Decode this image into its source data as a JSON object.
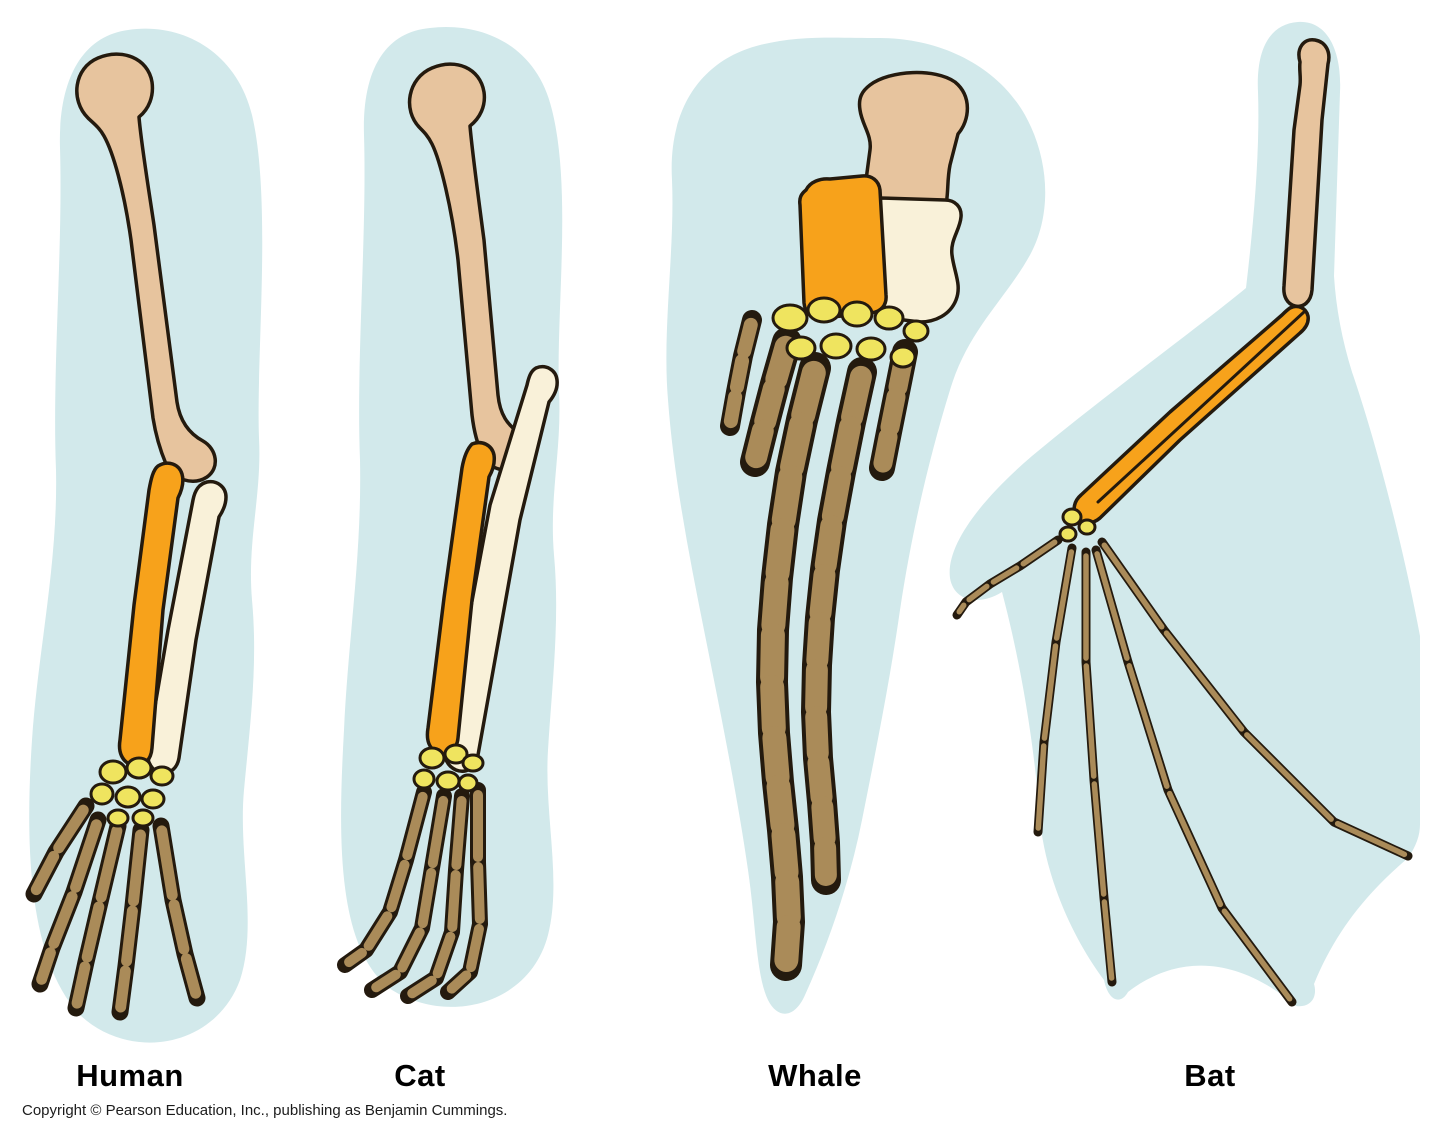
{
  "figure": {
    "panels": [
      {
        "label": "Human",
        "illustration": "human-forelimb"
      },
      {
        "label": "Cat",
        "illustration": "cat-forelimb"
      },
      {
        "label": "Whale",
        "illustration": "whale-flipper"
      },
      {
        "label": "Bat",
        "illustration": "bat-wing"
      }
    ],
    "copyright": "Copyright © Pearson Education, Inc., publishing as Benjamin Cummings."
  },
  "colors": {
    "page_background": "#ffffff",
    "panel_blob": "#d2e9eb",
    "humerus_tan": "#e7c49e",
    "radius_orange": "#f7a21b",
    "ulna_cream": "#f9f1d9",
    "carpal_yellow": "#efe45f",
    "digit_brown": "#aa8b59",
    "outline": "#241a0e",
    "label_text": "#000000"
  }
}
